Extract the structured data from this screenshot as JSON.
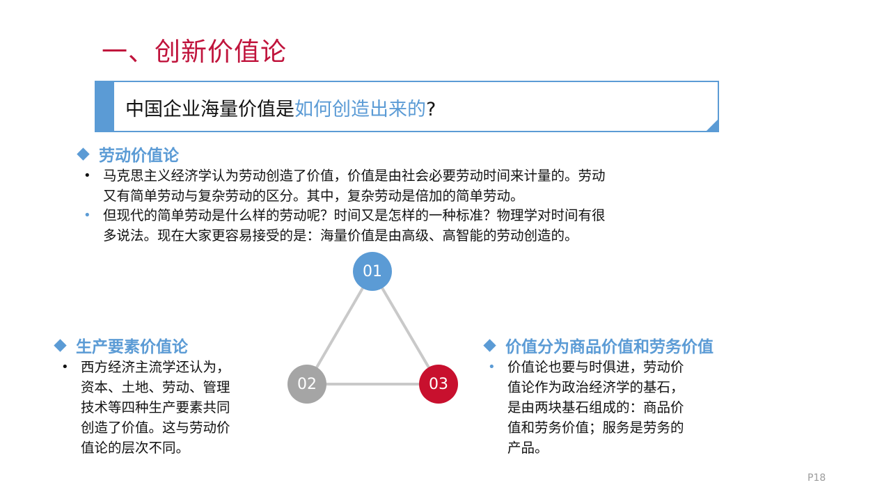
{
  "title": "一、创新价值论",
  "question": {
    "part1": "中国企业海量价值是",
    "highlight": "如何创造出来的",
    "part2": "?"
  },
  "labor_theory": {
    "heading": "劳动价值论",
    "bullet1_line1": "马克思主义经济学认为劳动创造了价值，价值是由社会必要劳动时间来计量的。劳动",
    "bullet1_line2": "又有简单劳动与复杂劳动的区分。其中，复杂劳动是倍加的简单劳动。",
    "bullet2_line1": "但现代的简单劳动是什么样的劳动呢？时间又是怎样的一种标准？物理学对时间有很",
    "bullet2_line2": "多说法。现在大家更容易接受的是：海量价值是由高级、高智能的劳动创造的。"
  },
  "factors": {
    "heading": "生产要素价值论",
    "lines": [
      "西方经济主流学还认为，",
      "资本、土地、劳动、管理",
      "技术等四种生产要素共同",
      "创造了价值。这与劳动价",
      "值论的层次不同。"
    ]
  },
  "goods_services": {
    "heading": "价值分为商品价值和劳务价值",
    "lines": [
      "价值论也要与时俱进，劳动价",
      "值论作为政治经济学的基石，",
      "是由两块基石组成的：商品价",
      "值和劳务价值；服务是劳务的",
      "产品。"
    ]
  },
  "diagram": {
    "node1": "01",
    "node2": "02",
    "node3": "03",
    "colors": {
      "node1": "#5b9bd5",
      "node2": "#a5a5a5",
      "node3": "#c8102e",
      "edge": "#c9c9c9"
    }
  },
  "bullet_symbol": "•",
  "page_number": "P18"
}
